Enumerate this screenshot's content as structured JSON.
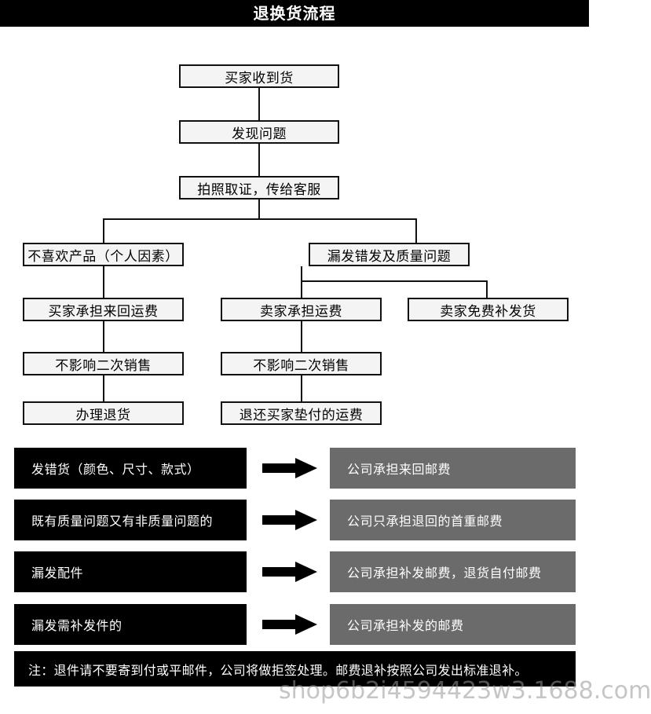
{
  "header": {
    "title": "退换货流程"
  },
  "flowchart": {
    "nodes": [
      {
        "id": "n1",
        "label": "买家收到货"
      },
      {
        "id": "n2",
        "label": "发现问题"
      },
      {
        "id": "n3",
        "label": "拍照取证，传给客服"
      },
      {
        "id": "n4",
        "label": "不喜欢产品（个人因素）"
      },
      {
        "id": "n5",
        "label": "漏发错发及质量问题"
      },
      {
        "id": "n6",
        "label": "买家承担来回运费"
      },
      {
        "id": "n7",
        "label": "卖家承担运费"
      },
      {
        "id": "n8",
        "label": "卖家免费补发货"
      },
      {
        "id": "n9",
        "label": "不影响二次销售"
      },
      {
        "id": "n10",
        "label": "不影响二次销售"
      },
      {
        "id": "n11",
        "label": "办理退货"
      },
      {
        "id": "n12",
        "label": "退还买家垫付的运费"
      }
    ]
  },
  "policy_table": {
    "rows": [
      {
        "cause": "发错货（颜色、尺寸、款式）",
        "result": "公司承担来回邮费"
      },
      {
        "cause": "既有质量问题又有非质量问题的",
        "result": "公司只承担退回的首重邮费"
      },
      {
        "cause": "漏发配件",
        "result": "公司承担补发邮费，退货自付邮费"
      },
      {
        "cause": "漏发需补发件的",
        "result": "公司承担补发的邮费"
      }
    ]
  },
  "note": {
    "text": "注：退件请不要寄到付或平邮件，公司将做拒签处理。邮费退补按照公司发出标准退补。"
  },
  "watermark": {
    "text": "shop6b2i4594423w3.1688.com"
  },
  "colors": {
    "bar_black": "#000000",
    "result_gray": "#6b6b6b",
    "node_fill": "#f4f4f4",
    "node_border": "#111111"
  }
}
